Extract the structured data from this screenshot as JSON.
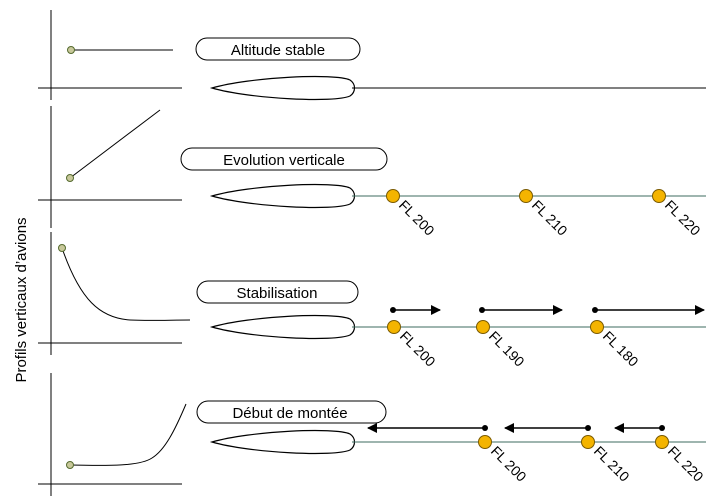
{
  "side_label": "Profils verticaux d’avions",
  "colors": {
    "track": "#3d6b5f",
    "waypoint_fill": "#f4b400",
    "waypoint_stroke": "#7a5a00",
    "small_dot_fill": "#c8c89a",
    "small_dot_stroke": "#556b2f",
    "axis": "#000000"
  },
  "panels": [
    {
      "id": "stable",
      "title": "Altitude stable",
      "waypoints": []
    },
    {
      "id": "evolution",
      "title": "Evolution verticale",
      "waypoints": [
        "FL 200",
        "FL 210",
        "FL 220"
      ]
    },
    {
      "id": "stabilisation",
      "title": "Stabilisation",
      "waypoints": [
        "FL 200",
        "FL 190",
        "FL 180"
      ]
    },
    {
      "id": "montee",
      "title": "Début de montée",
      "waypoints": [
        "FL 200",
        "FL 210",
        "FL 220"
      ]
    }
  ]
}
